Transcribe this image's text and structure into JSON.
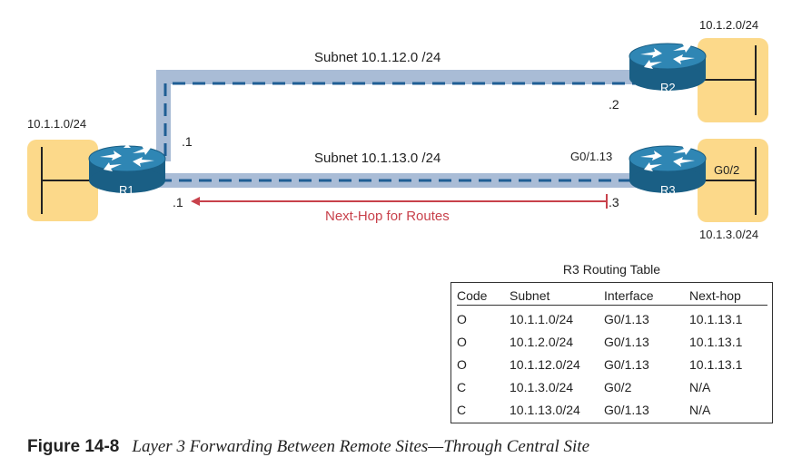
{
  "diagram": {
    "lan_r1": "10.1.1.0/24",
    "lan_r2": "10.1.2.0/24",
    "lan_r3": "10.1.3.0/24",
    "subnet_top": "Subnet 10.1.12.0 /24",
    "subnet_bottom": "Subnet 10.1.13.0 /24",
    "routers": {
      "r1": "R1",
      "r2": "R2",
      "r3": "R3"
    },
    "r1_top_ip": ".1",
    "r1_bottom_ip": ".1",
    "r2_ip": ".2",
    "r3_ip": ".3",
    "r3_subif": "G0/1.13",
    "r3_lan_if": "G0/2",
    "next_hop_label": "Next-Hop for Routes",
    "colors": {
      "link": "#a9bcd6",
      "dash": "#1f5e94",
      "lan": "#fcd98a",
      "router": "#1c6a93",
      "arrow": "#c8414b"
    }
  },
  "routing_table": {
    "title": "R3 Routing Table",
    "headers": [
      "Code",
      "Subnet",
      "Interface",
      "Next-hop"
    ],
    "rows": [
      [
        "O",
        "10.1.1.0/24",
        "G0/1.13",
        "10.1.13.1"
      ],
      [
        "O",
        "10.1.2.0/24",
        "G0/1.13",
        "10.1.13.1"
      ],
      [
        "O",
        "10.1.12.0/24",
        "G0/1.13",
        "10.1.13.1"
      ],
      [
        "C",
        "10.1.3.0/24",
        "G0/2",
        "N/A"
      ],
      [
        "C",
        "10.1.13.0/24",
        "G0/1.13",
        "N/A"
      ]
    ]
  },
  "caption": {
    "number": "Figure 14-8",
    "title": "Layer 3 Forwarding Between Remote Sites—Through Central Site"
  }
}
